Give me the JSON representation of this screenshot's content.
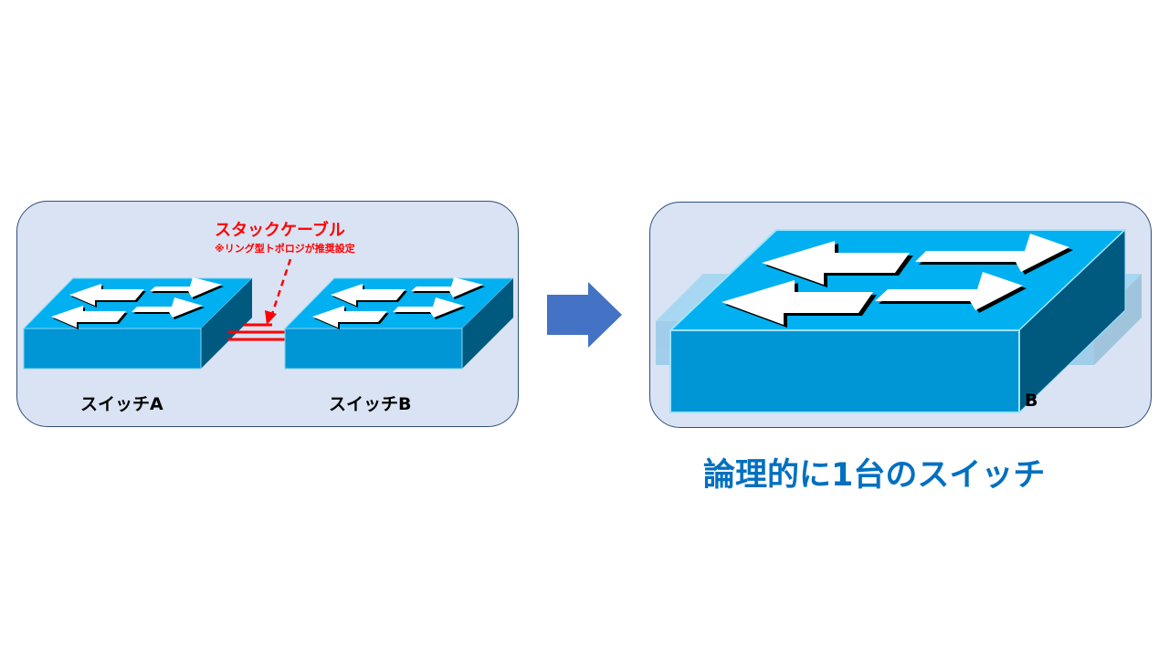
{
  "diagram": {
    "left": {
      "switch_a_label": "スイッチA",
      "switch_b_label": "スイッチB",
      "cable_label": "スタックケーブル",
      "cable_note": "※リング型トポロジが推奨設定"
    },
    "right": {
      "caption": "論理的に1台のスイッチ",
      "hidden_label": "B"
    }
  },
  "colors": {
    "panel_fill": "#dae3f3",
    "panel_border": "#2f4d7a",
    "switch_top": "#00b0f0",
    "switch_front": "#0096d6",
    "switch_side": "#005a80",
    "cable": "#ff0000",
    "arrow": "#4472c4",
    "caption": "#0070c0"
  }
}
